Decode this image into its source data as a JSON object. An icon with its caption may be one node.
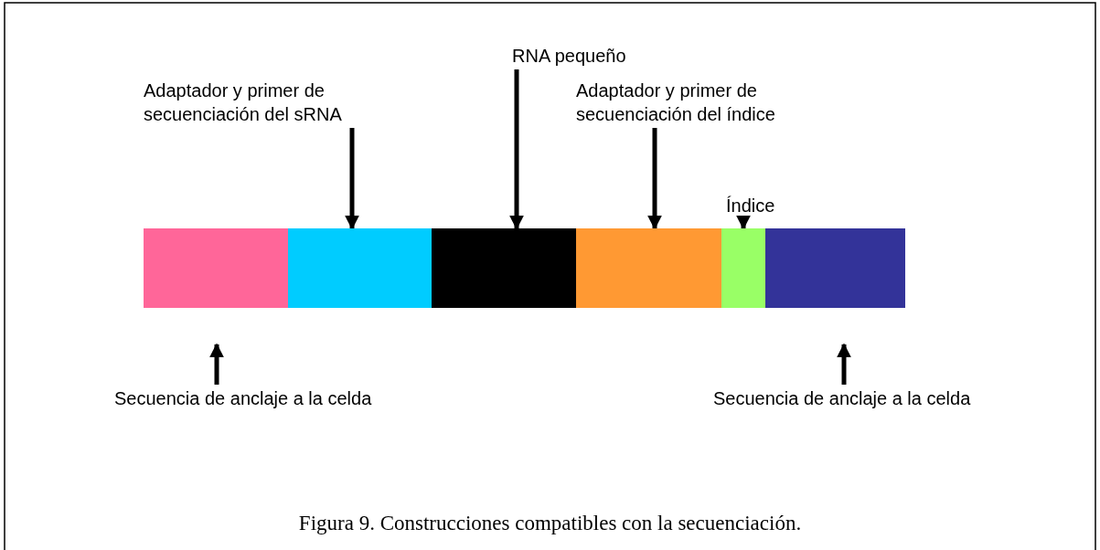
{
  "diagram": {
    "caption": "Figura 9. Construcciones compatibles con la secuenciación.",
    "nodes": [
      {
        "text": [
          "RNA pequeño"
        ]
      },
      {
        "text": [
          "Adaptador y primer de secuenciación del sRNA"
        ]
      },
      {
        "text": [
          "Adaptador y primer de secuenciación del índice"
        ]
      },
      {
        "text": [
          "Índice"
        ]
      },
      {
        "text": [],
        "shape": "bar"
      },
      {
        "text": [],
        "shape": "bar"
      },
      {
        "text": [],
        "shape": "bar"
      },
      {
        "text": [],
        "shape": "bar"
      },
      {
        "text": [],
        "shape": "bar"
      },
      {
        "text": [],
        "shape": "bar"
      },
      {
        "text": [
          "Secuencia de anclaje a la celda"
        ]
      },
      {
        "text": [
          "Secuencia de anclaje a la celda"
        ]
      }
    ],
    "edges": [
      {
        "from": 0,
        "to": 6,
        "arrow": "to"
      },
      {
        "from": 1,
        "to": 5,
        "arrow": "to"
      },
      {
        "from": 2,
        "to": 7,
        "arrow": "to"
      },
      {
        "from": 3,
        "to": 8,
        "arrow": "to"
      },
      {
        "from": 10,
        "to": 4,
        "arrow": "to"
      },
      {
        "from": 11,
        "to": 9,
        "arrow": "to"
      }
    ]
  }
}
